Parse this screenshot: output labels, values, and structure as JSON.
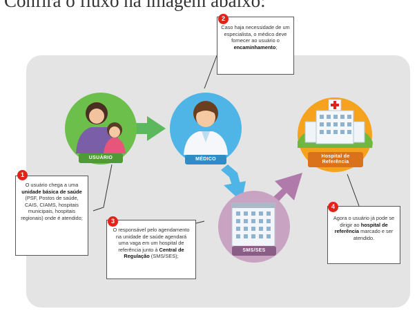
{
  "header_text": "Confira o fluxo na imagem abaixo:",
  "nodes": {
    "usuario": "USUÁRIO",
    "medico": "MÉDICO",
    "sms": "SMS/SES",
    "hospital": "Hospital de Referência"
  },
  "steps": [
    {
      "number": "1",
      "pre": "O usuário chega a uma ",
      "bold": "unidade básica de saúde",
      "post": " (PSF, Postos de saúde, CAIS, CIAMS, hospitais municipais, hospitais regionais) onde é atendido;"
    },
    {
      "number": "2",
      "pre": "Caso haja necessidade de um especialista, o médico deve fornecer ao usuário o ",
      "bold": "encaminhamento",
      "post": ";"
    },
    {
      "number": "3",
      "pre": "O responsável pelo agendamento na unidade de saúde agendará uma vaga em um hospital de referência junto à ",
      "bold": "Central de Regulação",
      "post": " (SMS/SES);"
    },
    {
      "number": "4",
      "pre": "Agora o usuário já pode se dirigir ao ",
      "bold": "hospital de referência",
      "post": " marcado e ser atendido."
    }
  ],
  "colors": {
    "usuario_circle": "#6cbf4a",
    "medico_circle": "#4fb4e6",
    "sms_circle": "#c9a3c2",
    "hospital_circle": "#f5a21d",
    "arrow_green": "#5cb85c",
    "arrow_blue": "#4fb4e6",
    "arrow_purple": "#b07aaa",
    "step_number": "#e2231a"
  }
}
